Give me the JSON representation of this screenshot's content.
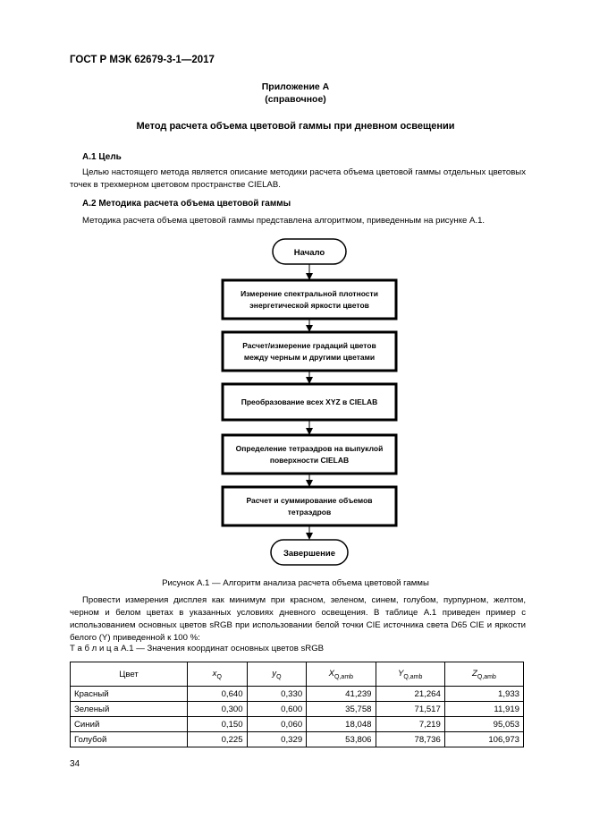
{
  "header": {
    "doc_id": "ГОСТ Р МЭК 62679-3-1—2017"
  },
  "appendix": {
    "label": "Приложение A",
    "note": "(справочное)",
    "title": "Метод расчета объема цветовой гаммы при дневном освещении"
  },
  "section_a1": {
    "heading": "A.1 Цель",
    "text": "Целью настоящего метода является описание методики расчета объема цветовой гаммы отдельных цветовых точек в трехмерном цветовом пространстве CIELAB."
  },
  "section_a2": {
    "heading": "A.2 Методика расчета объема цветовой гаммы",
    "text": "Методика расчета объема цветовой гаммы представлена алгоритмом, приведенным на рисунке A.1."
  },
  "flowchart": {
    "start": "Начало",
    "steps": [
      [
        "Измерение спектральной плотности",
        "энергетической яркости цветов"
      ],
      [
        "Расчет/измерение градаций цветов",
        "между черным и другими цветами"
      ],
      [
        "Преобразование всех XYZ в CIELAB"
      ],
      [
        "Определение тетраэдров на выпуклой",
        "поверхности CIELAB"
      ],
      [
        "Расчет и суммирование объемов",
        "тетраэдров"
      ]
    ],
    "end": "Завершение"
  },
  "figure_caption": "Рисунок A.1 — Алгоритм анализа расчета объема цветовой гаммы",
  "paragraph3": "Провести измерения дисплея как минимум при красном, зеленом, синем, голубом, пурпурном, желтом, черном и белом цветах в указанных условиях дневного освещения. В таблице A.1 приведен пример с использованием основных цветов sRGB при использовании белой точки CIE источника света D65 CIE и яркости белого (Y) приведенной к 100 %:",
  "table": {
    "caption": "Т а б л и ц а A.1 — Значения координат основных цветов sRGB",
    "headers": [
      "Цвет",
      "xQ",
      "yQ",
      "XQ,amb",
      "YQ,amb",
      "ZQ,amb"
    ],
    "rows": [
      [
        "Красный",
        "0,640",
        "0,330",
        "41,239",
        "21,264",
        "1,933"
      ],
      [
        "Зеленый",
        "0,300",
        "0,600",
        "35,758",
        "71,517",
        "11,919"
      ],
      [
        "Синий",
        "0,150",
        "0,060",
        "18,048",
        "7,219",
        "95,053"
      ],
      [
        "Голубой",
        "0,225",
        "0,329",
        "53,806",
        "78,736",
        "106,973"
      ]
    ]
  },
  "page_number": "34"
}
